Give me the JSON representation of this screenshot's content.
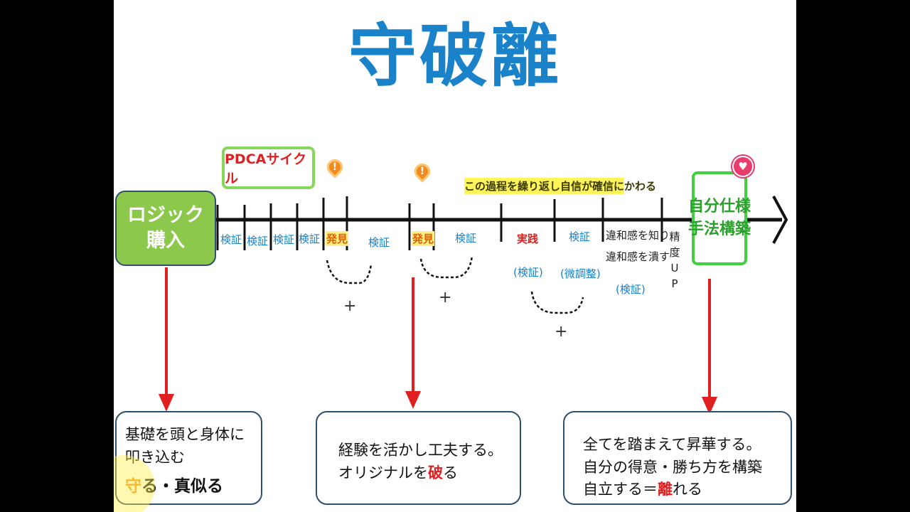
{
  "title": "守破離",
  "pdca_label": "PDCAサイクル",
  "logic_box": {
    "line1": "ロジック",
    "line2": "購入"
  },
  "goal_box": {
    "line1": "自分仕様",
    "line2": "手法構築"
  },
  "note": "この過程を繰り返し自信が確信にかわる",
  "timeline_labels": {
    "kensho1": "検証",
    "kensho2": "検証",
    "kensho3": "検証",
    "kensho4": "検証",
    "hakken1": "発見",
    "kensho5": "検証",
    "hakken2": "発見",
    "kensho6": "検証",
    "jissen": "実践",
    "kensho7": "検証",
    "kensho_paren": "(検証)",
    "bichosei": "(微調整)",
    "iwakan1": "違和感を知り",
    "iwakan2": "違和感を潰す",
    "kensho_paren2": "(検証)",
    "seido_up": "精度UP"
  },
  "plus_sign": "+",
  "icons": {
    "pin": "exclamation-pin-icon",
    "heart": "heart-icon",
    "arrow": "arrow-right-icon"
  },
  "boxes": {
    "box1": {
      "line1": "基礎を頭と身体に",
      "line2": "叩き込む",
      "mamoru": "守",
      "rest": "る・真似る"
    },
    "box2": {
      "line1": "経験を活かし工夫する。",
      "line2_pre": "オリジナルを",
      "line2_hl": "破",
      "line2_post": "る"
    },
    "box3": {
      "line1": "全てを踏まえて昇華する。",
      "line2": "自分の得意・勝ち方を構築",
      "line3_pre": "自立する＝",
      "line3_hl": "離",
      "line3_post": "れる"
    }
  },
  "colors": {
    "title": "#1a82c8",
    "logic_box": "#8cc84b",
    "accent_red": "#e02020",
    "goal_border": "#40d040"
  }
}
